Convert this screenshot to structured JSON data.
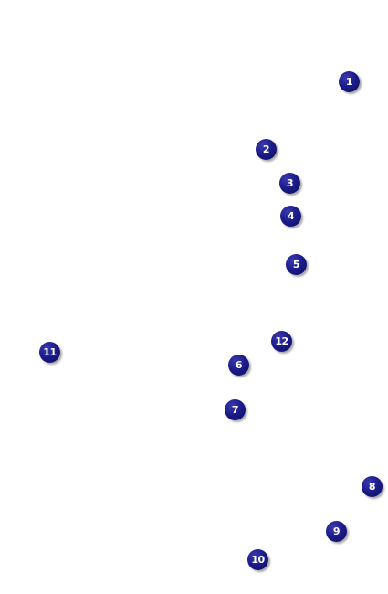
{
  "markers": {
    "m1": "1",
    "m2": "2",
    "m3": "3",
    "m4": "4",
    "m5": "5",
    "m6": "6",
    "m7": "7",
    "m8": "8",
    "m9": "9",
    "m10": "10",
    "m11": "11",
    "m12": "12"
  },
  "colors": {
    "marker_fill": "#1c1c8a",
    "marker_text": "#ffffff",
    "background": "#ffffff"
  }
}
